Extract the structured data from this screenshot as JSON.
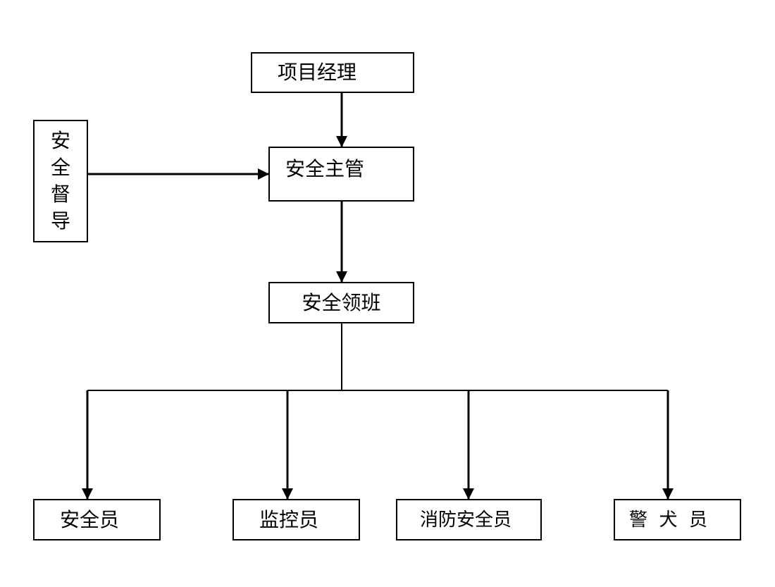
{
  "nodes": {
    "project_manager": "项目经理",
    "safety_supervisor": "安全主管",
    "safety_inspector": [
      "安",
      "全",
      "督",
      "导"
    ],
    "safety_team_leader": "安全领班",
    "safety_officer": "安全员",
    "monitor_operator": "监控员",
    "fire_safety_officer": "消防安全员",
    "k9_officer": "警  犬  员"
  },
  "edges": [
    {
      "from": "project_manager",
      "to": "safety_supervisor"
    },
    {
      "from": "safety_inspector",
      "to": "safety_supervisor"
    },
    {
      "from": "safety_supervisor",
      "to": "safety_team_leader"
    },
    {
      "from": "safety_team_leader",
      "to": "safety_officer"
    },
    {
      "from": "safety_team_leader",
      "to": "monitor_operator"
    },
    {
      "from": "safety_team_leader",
      "to": "fire_safety_officer"
    },
    {
      "from": "safety_team_leader",
      "to": "k9_officer"
    }
  ],
  "colors": {
    "line": "#000000",
    "background": "#ffffff"
  }
}
